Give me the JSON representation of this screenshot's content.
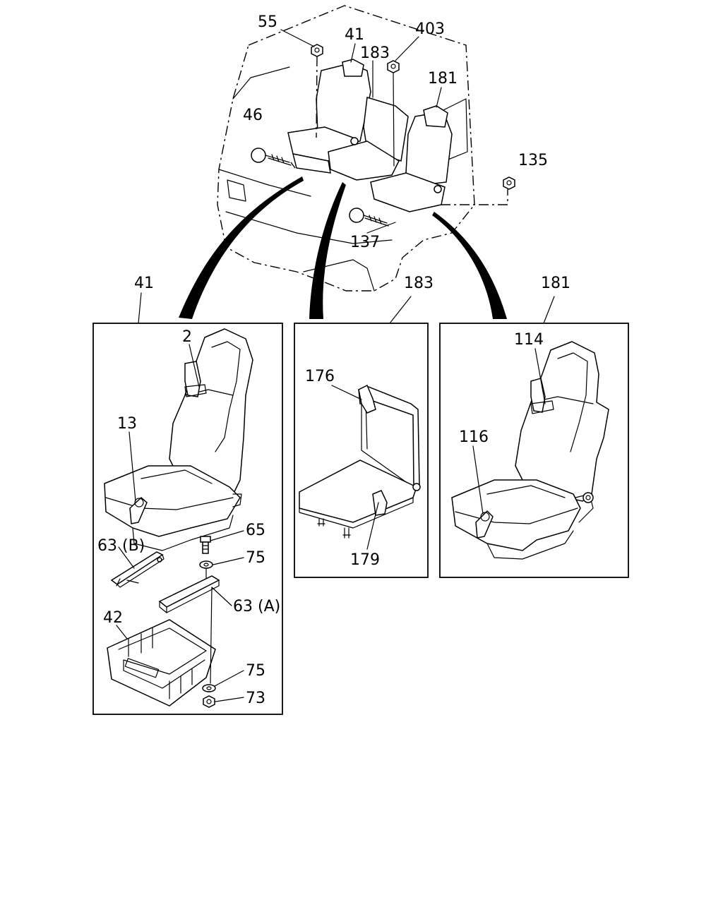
{
  "labels": {
    "c55": "55",
    "c41": "41",
    "c183": "183",
    "c403": "403",
    "c181": "181",
    "c46": "46",
    "c135": "135",
    "c137": "137",
    "p41": "41",
    "p183": "183",
    "p181": "181",
    "l2": "2",
    "l13": "13",
    "l65": "65",
    "l63b": "63 (B)",
    "l75a": "75",
    "l63a": "63 (A)",
    "l42": "42",
    "l75b": "75",
    "l73": "73",
    "l176": "176",
    "l179": "179",
    "l114": "114",
    "l116": "116"
  }
}
